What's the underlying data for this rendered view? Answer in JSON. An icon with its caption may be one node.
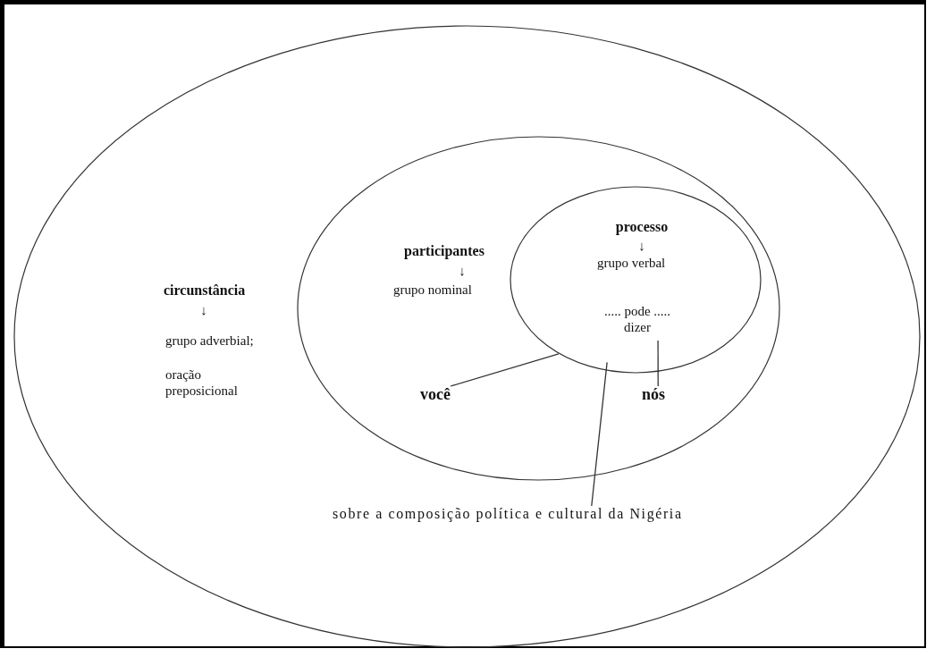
{
  "diagram": {
    "nodes": [
      {
        "text": [
          "circunstância",
          "↓",
          "grupo adverbial;",
          "oração preposicional"
        ]
      },
      {
        "text": [
          "participantes",
          "↓",
          "grupo nominal"
        ],
        "in": 0
      },
      {
        "text": [
          "processo",
          "↓",
          "grupo verbal",
          "..... pode ..... dizer"
        ],
        "in": 1
      },
      {
        "text": [
          "você"
        ],
        "in": 1
      },
      {
        "text": [
          "nós"
        ],
        "in": 1
      },
      {
        "text": [
          "sobre a composição política e cultural da Nigéria"
        ],
        "in": 0
      }
    ],
    "edges": [
      {
        "from": 3,
        "to": 2,
        "arrow": "none"
      },
      {
        "from": 4,
        "to": 2,
        "arrow": "none"
      },
      {
        "from": 5,
        "to": 2,
        "arrow": "none"
      }
    ]
  }
}
